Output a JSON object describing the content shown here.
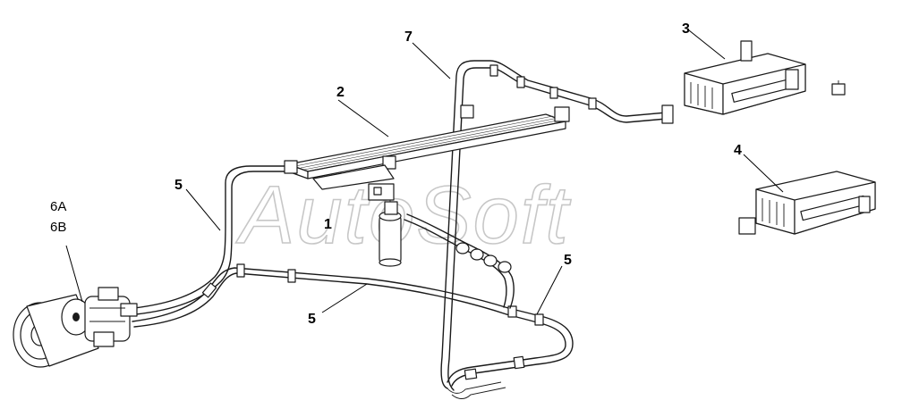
{
  "watermark": "AutoSoft",
  "callouts": {
    "c1": "1",
    "c2": "2",
    "c3": "3",
    "c4": "4",
    "c5a": "5",
    "c5b": "5",
    "c5c": "5",
    "c6a": "6A",
    "c6b": "6B",
    "c7": "7"
  }
}
